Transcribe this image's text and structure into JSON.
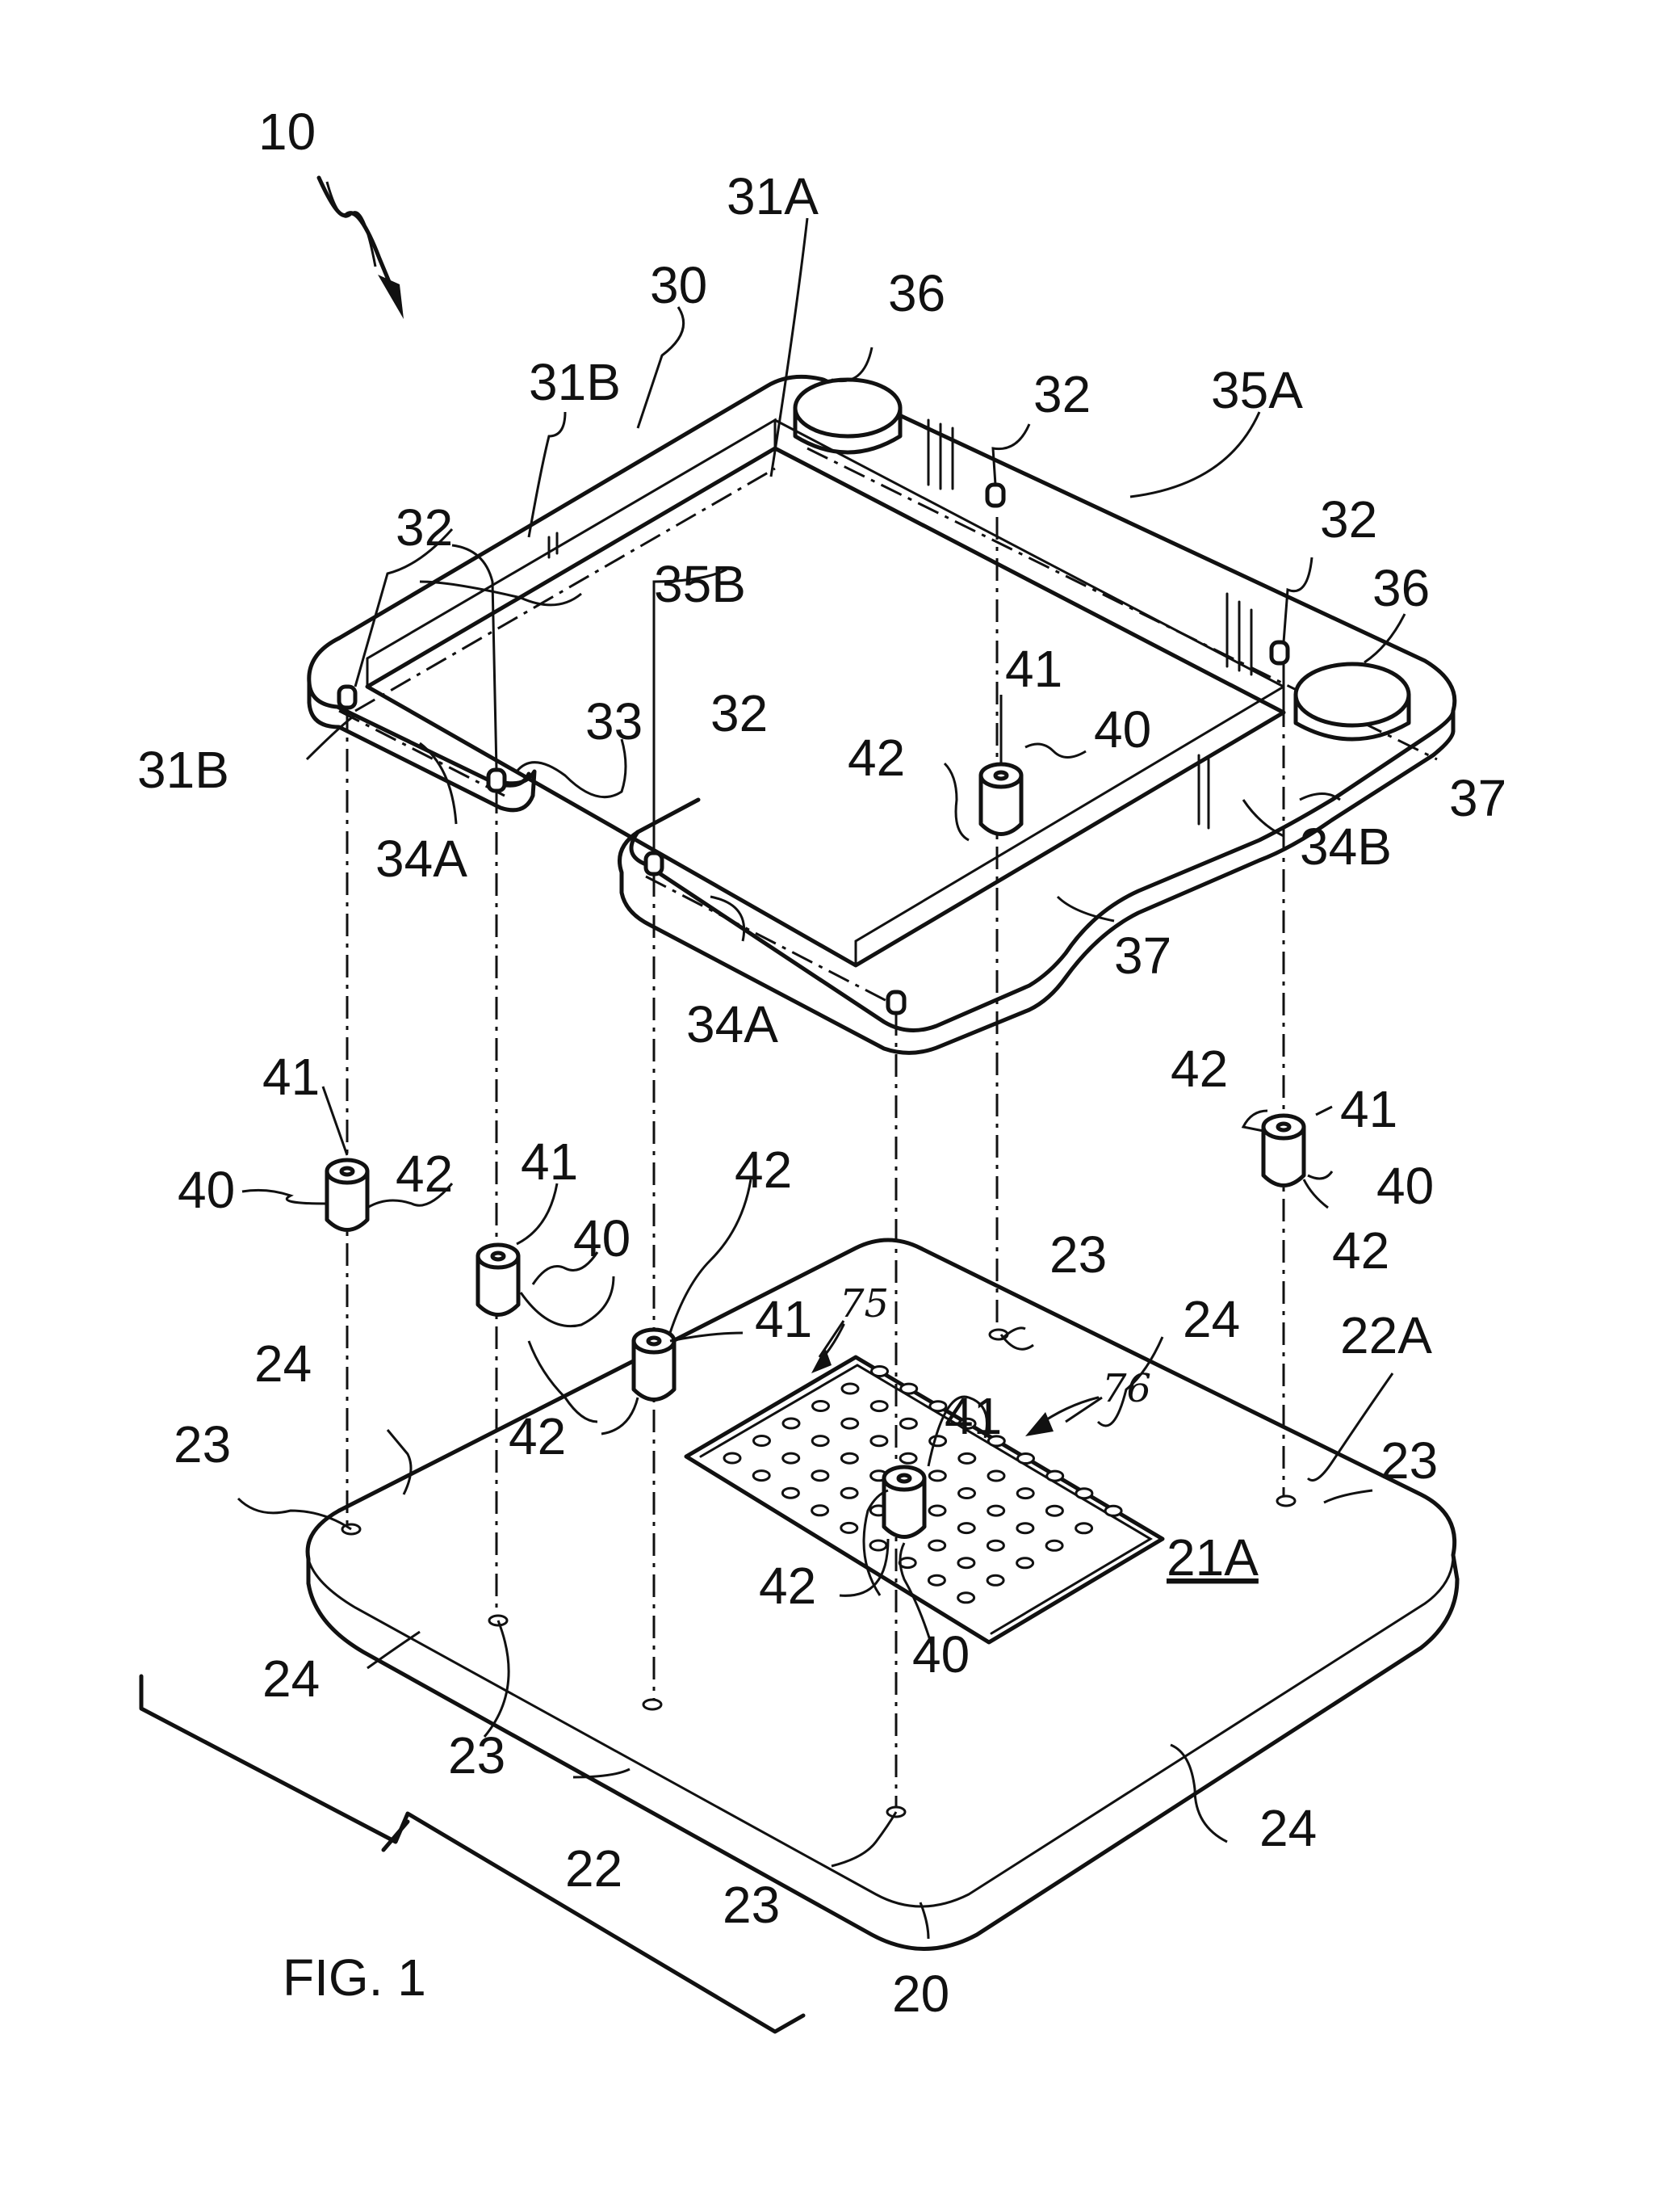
{
  "figure": {
    "caption": "FIG. 1",
    "labels": {
      "assembly": "10",
      "base": "20",
      "base_top": "21A",
      "base_edge": "22",
      "base_edge_corner": "22A",
      "hole": "23",
      "base_corner": "24",
      "frame": "30",
      "frame_corner": "31A",
      "frame_side": "31B",
      "pin": "32",
      "notch": "33",
      "frame_edge_front": "34A",
      "frame_edge_right": "34B",
      "frame_inner_back": "35A",
      "frame_inner_left": "35B",
      "cup": "36",
      "frame_lobe": "37",
      "spacer": "40",
      "spacer_bore": "41",
      "spacer_end": "42",
      "grid_area": "75",
      "grid_hole": "76"
    }
  }
}
